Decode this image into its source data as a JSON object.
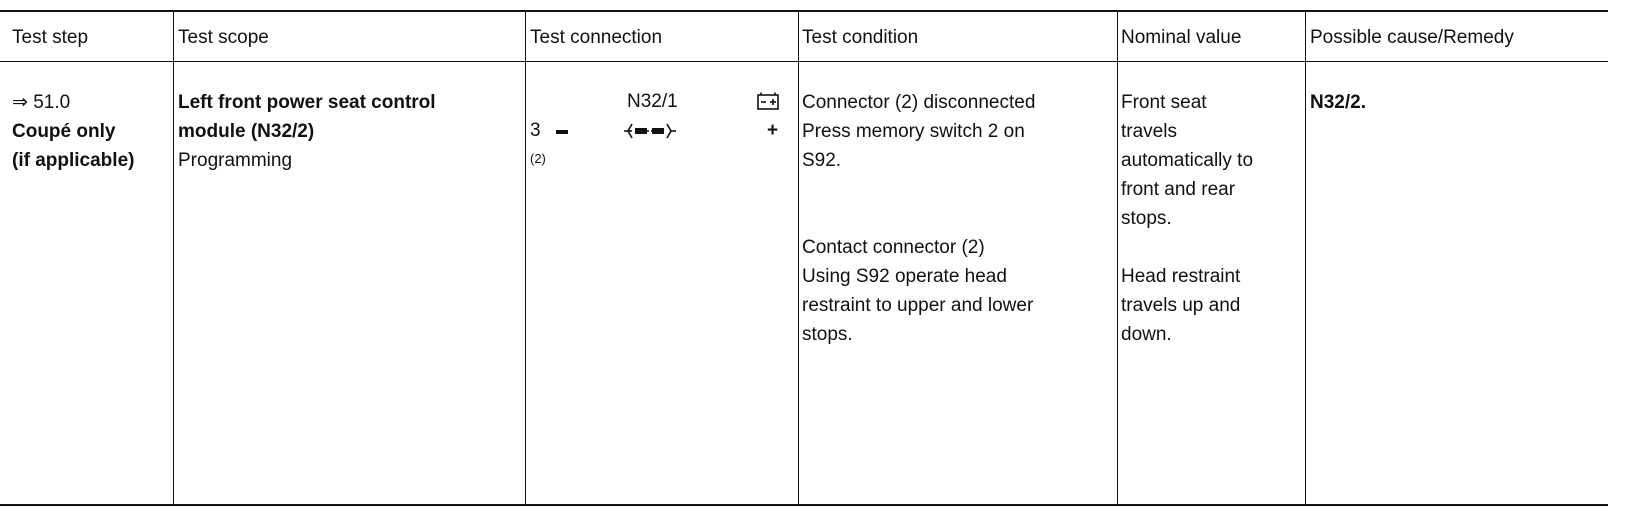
{
  "table": {
    "headers": [
      "Test step",
      "Test scope",
      "Test connection",
      "Test condition",
      "Nominal value",
      "Possible cause/Remedy"
    ],
    "row": {
      "test_step": {
        "arrow": "⇒",
        "number": "51.0",
        "line2": "Coupé only",
        "line3": "(if applicable)"
      },
      "test_scope": {
        "title_line1": "Left front power seat control",
        "title_line2": "module (N32/2)",
        "subtitle": "Programming"
      },
      "test_connection": {
        "component": "N32/1",
        "pin": "3",
        "pin_reference": "(2)",
        "positive_label": "+"
      },
      "test_condition": {
        "block1": [
          "Connector (2) disconnected",
          "Press memory switch 2 on",
          "S92."
        ],
        "block2": [
          "Contact connector (2)",
          "Using S92 operate head",
          "restraint to upper and lower",
          "stops."
        ]
      },
      "nominal_value": {
        "block1": [
          "Front seat",
          "travels",
          "automatically to",
          "front and rear",
          "stops."
        ],
        "block2": [
          "Head restraint",
          "travels up and",
          "down."
        ]
      },
      "possible_cause": "N32/2."
    }
  }
}
